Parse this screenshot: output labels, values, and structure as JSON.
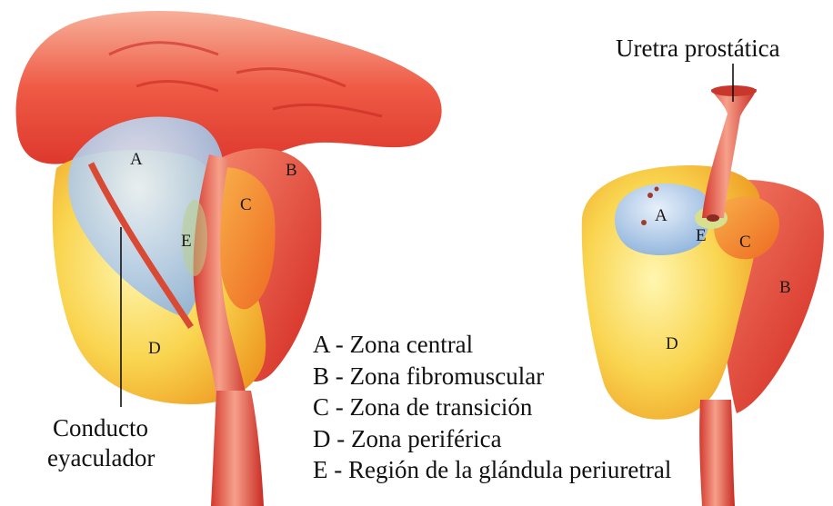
{
  "labels": {
    "uretra": "Uretra prostática",
    "conducto_line1": "Conducto",
    "conducto_line2": "eyaculador"
  },
  "zones_left": {
    "A": "A",
    "B": "B",
    "C": "C",
    "D": "D",
    "E": "E"
  },
  "zones_right": {
    "A": "A",
    "B": "B",
    "C": "C",
    "D": "D",
    "E": "E"
  },
  "legend": [
    "A - Zona central",
    "B - Zona fibromuscular",
    "C - Zona de transición",
    "D - Zona periférica",
    "E - Región de la glándula periuretral"
  ],
  "colors": {
    "bladder_red": "#e8423a",
    "peripheral_yellow": "#f7c73a",
    "central_blue": "#a9c6e6",
    "transition_orange": "#f39a2a",
    "fibromuscular_red": "#e2463d"
  }
}
